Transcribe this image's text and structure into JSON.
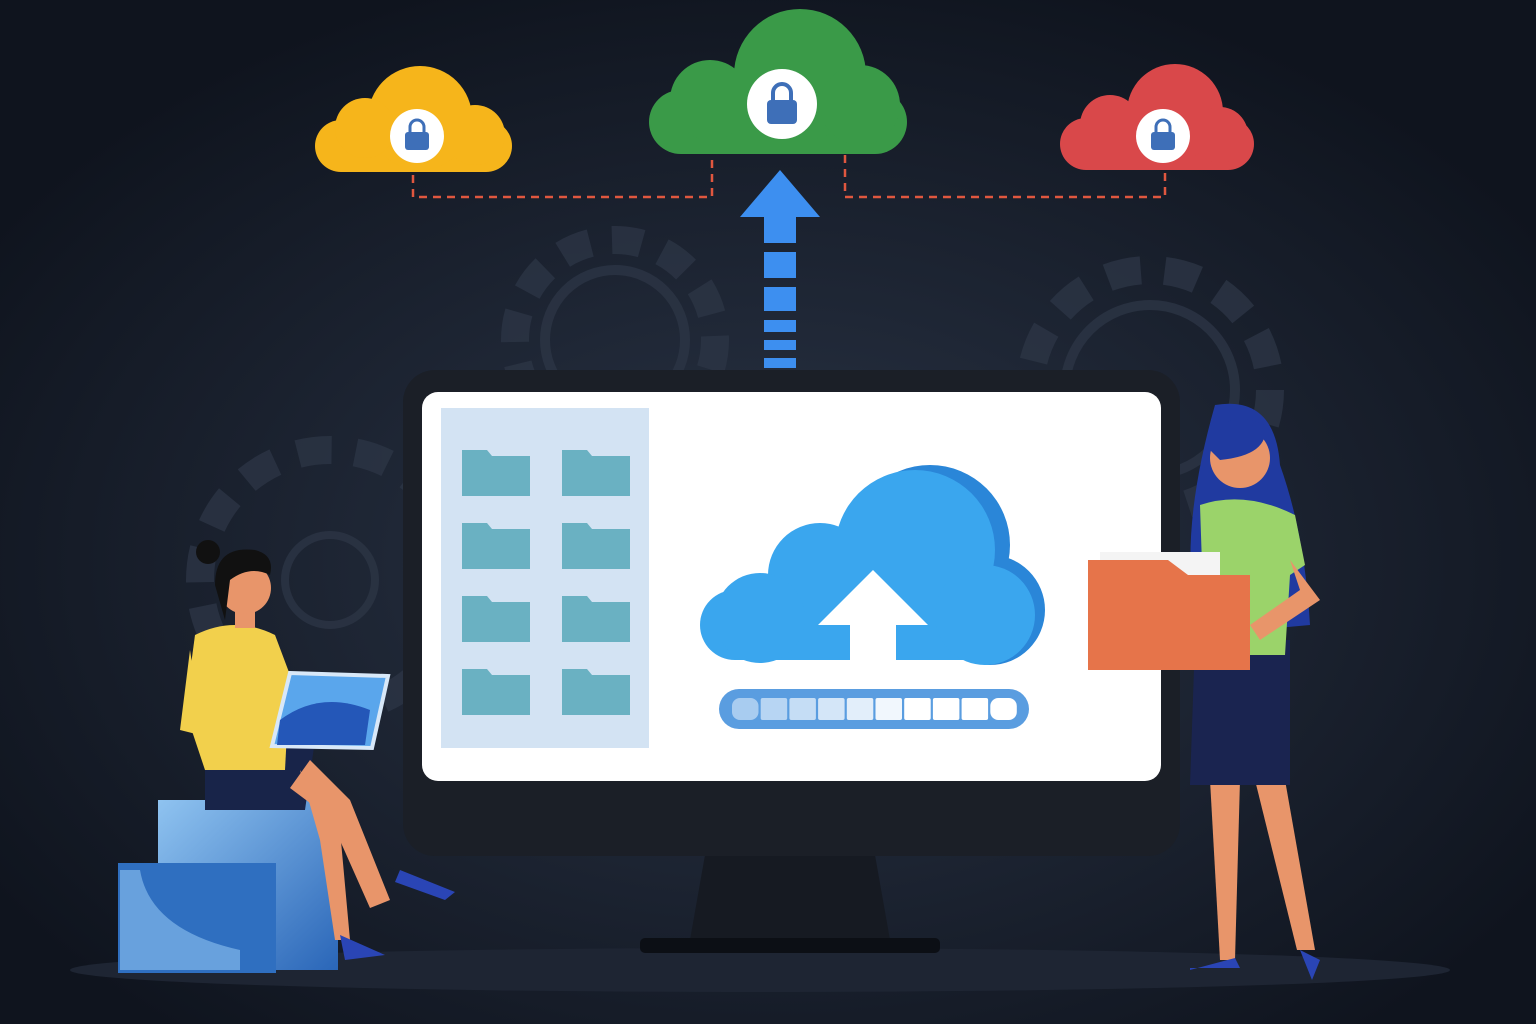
{
  "colors": {
    "background": "#111722",
    "cloud_yellow": "#f6b51b",
    "cloud_green": "#3a9a48",
    "cloud_red": "#d9484a",
    "lock": "#3e6fb8",
    "connector_dashes": "#e0573f",
    "upload_arrow": "#3d8ff0",
    "monitor_bezel": "#1b1f27",
    "screen": "#ffffff",
    "sidebar_panel": "#d3e3f3",
    "folder": "#6ab1c2",
    "upload_cloud": "#3aa6ee",
    "progress_border": "#5a9de0"
  },
  "icons": {
    "cloud_locks": [
      "lock-icon",
      "lock-icon",
      "lock-icon"
    ],
    "upload": "upload-arrow-icon",
    "folder": "folder-icon"
  },
  "clouds": [
    {
      "name": "yellow",
      "has_lock": true
    },
    {
      "name": "green",
      "has_lock": true
    },
    {
      "name": "red",
      "has_lock": true
    }
  ],
  "file_panel": {
    "folders": 8,
    "columns": 2
  },
  "progress": {
    "segments": 10
  }
}
